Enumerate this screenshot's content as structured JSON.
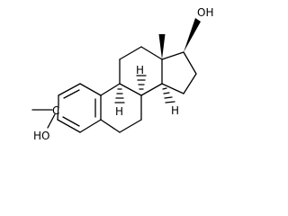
{
  "structure": {
    "labels": {
      "hydroxyl_top": "OH",
      "hydroxyl_left": "HO",
      "carbon": "C",
      "h_b_ring": "H",
      "h_c_ring": "H",
      "h_d_ring": "H"
    },
    "colors": {
      "ink": "#000000",
      "background": "#ffffff"
    }
  }
}
